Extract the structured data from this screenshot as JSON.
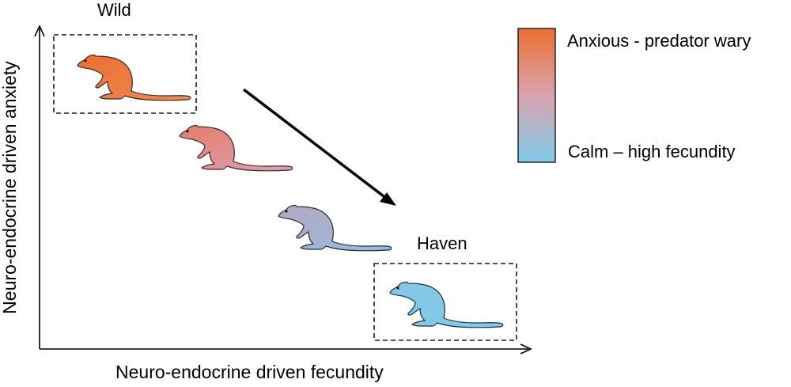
{
  "diagram": {
    "axes": {
      "x_label": "Neuro-endocrine driven fecundity",
      "y_label": "Neuro-endocrine driven anxiety"
    },
    "groups": {
      "wild_label": "Wild",
      "haven_label": "Haven"
    },
    "legend": {
      "high_label": "Anxious - predator wary",
      "low_label": "Calm – high fecundity",
      "gradient_top_color": "#EC6F31",
      "gradient_bottom_color": "#7FCBEB"
    },
    "animals": [
      {
        "icon": "rodent-icon",
        "fill": "#EC7A3A"
      },
      {
        "icon": "rodent-icon",
        "fill": "#E08B86"
      },
      {
        "icon": "rodent-icon",
        "fill": "#A8AECF"
      },
      {
        "icon": "rodent-icon",
        "fill": "#86C6E6"
      }
    ],
    "trend_arrow_icon": "arrow-down-right-icon",
    "outline_color": "#1a1a1a"
  }
}
